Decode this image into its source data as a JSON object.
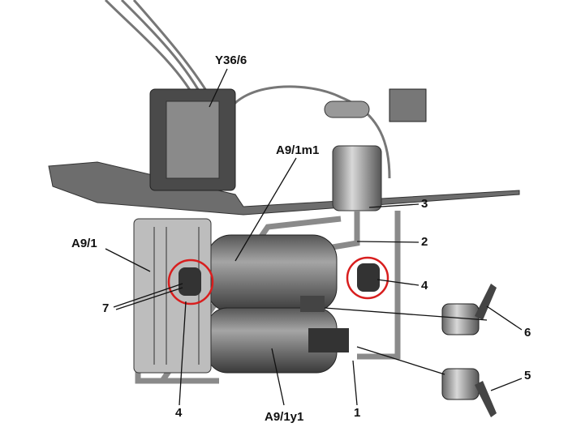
{
  "labels": {
    "y36_6": "Y36/6",
    "a9_1m1": "A9/1m1",
    "n3": "3",
    "n2": "2",
    "n4_right": "4",
    "a9_1": "A9/1",
    "n7": "7",
    "n4_left": "4",
    "n6": "6",
    "n5": "5",
    "a9_1y1": "A9/1y1",
    "n1": "1"
  },
  "colors": {
    "highlight": "#d81e1e",
    "line": "#111111"
  }
}
